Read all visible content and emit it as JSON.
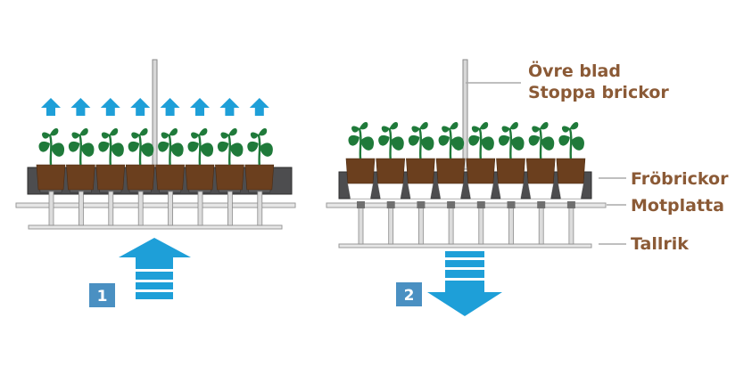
{
  "colors": {
    "arrow_blue": "#1e9fd8",
    "badge_blue": "#4a90c2",
    "label_brown": "#8b5a36",
    "leaf_green": "#1f7a3a",
    "soil_brown": "#6b3f1e",
    "tray_dark": "#4d4d4f",
    "rail_gray": "#bdbdbd",
    "leader_gray": "#aaaaaa"
  },
  "panels": [
    {
      "step": "1",
      "direction": "up",
      "plant_count": 8
    },
    {
      "step": "2",
      "direction": "down",
      "plant_count": 8
    }
  ],
  "labels": {
    "upper_blade": "Övre blad",
    "stop_trays": "Stoppa brickor",
    "seed_trays": "Fröbrickor",
    "counter_plate": "Motplatta",
    "plate": "Tallrik"
  }
}
